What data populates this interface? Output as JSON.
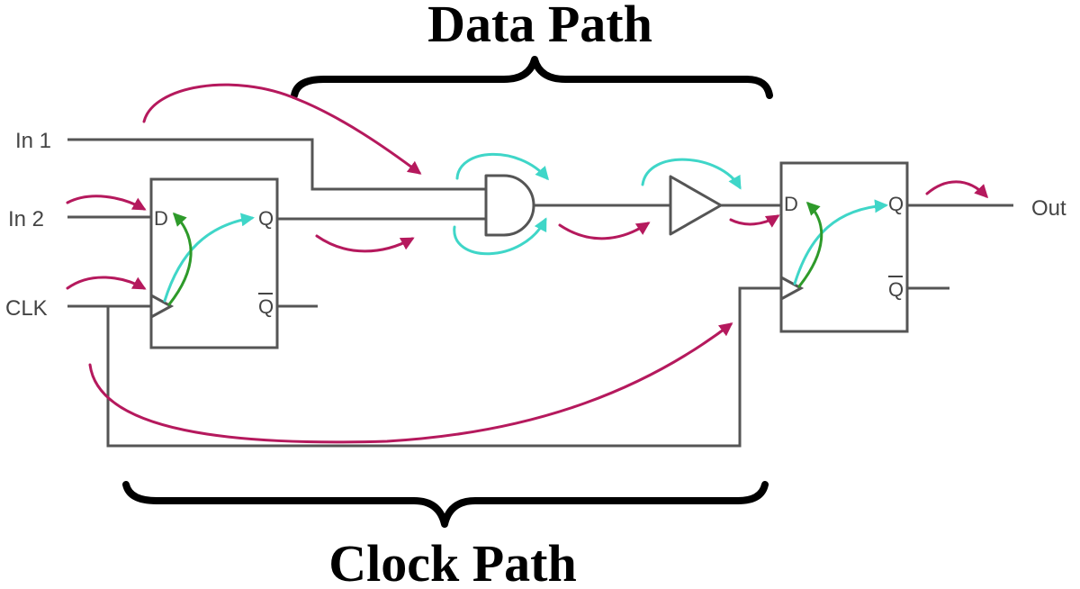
{
  "labels": {
    "data_path": "Data Path",
    "clock_path": "Clock Path"
  },
  "inputs": {
    "in1": "In 1",
    "in2": "In 2",
    "clk": "CLK"
  },
  "output": "Out",
  "flipflop_launch": {
    "d": "D",
    "q": "Q",
    "qbar": "Q"
  },
  "flipflop_capture": {
    "d": "D",
    "q": "Q",
    "qbar": "Q"
  },
  "colors": {
    "wire": "#555555",
    "arrow_magenta": "#b5195d",
    "arrow_cyan": "#3fd6c8",
    "arrow_green": "#2e9a2a",
    "brace": "#000000"
  }
}
